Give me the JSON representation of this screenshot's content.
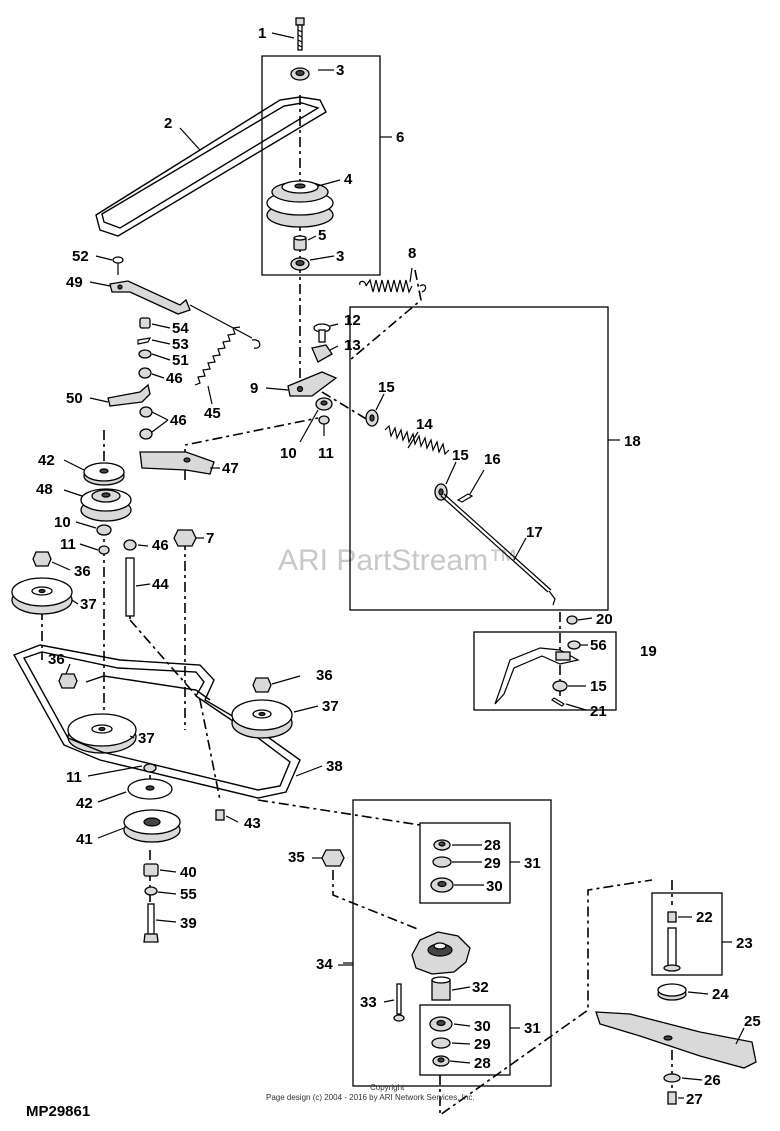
{
  "watermark": "ARI PartStream™",
  "figure_code": "MP29861",
  "footer_line1": "Copyright",
  "footer_line2": "Page design (c) 2004 - 2016 by ARI Network Services, Inc.",
  "callouts": {
    "c1": "1",
    "c2": "2",
    "c3a": "3",
    "c3b": "3",
    "c4": "4",
    "c5": "5",
    "c6": "6",
    "c7": "7",
    "c8": "8",
    "c9": "9",
    "c10a": "10",
    "c10b": "10",
    "c11a": "11",
    "c11b": "11",
    "c11c": "11",
    "c12": "12",
    "c13": "13",
    "c14": "14",
    "c15a": "15",
    "c15b": "15",
    "c15c": "15",
    "c16": "16",
    "c17": "17",
    "c18": "18",
    "c19": "19",
    "c20": "20",
    "c21": "21",
    "c22": "22",
    "c23": "23",
    "c24": "24",
    "c25": "25",
    "c26": "26",
    "c27": "27",
    "c28a": "28",
    "c28b": "28",
    "c29a": "29",
    "c29b": "29",
    "c30a": "30",
    "c30b": "30",
    "c31a": "31",
    "c31b": "31",
    "c32": "32",
    "c33": "33",
    "c34": "34",
    "c35": "35",
    "c36a": "36",
    "c36b": "36",
    "c36c": "36",
    "c37a": "37",
    "c37b": "37",
    "c37c": "37",
    "c38": "38",
    "c39": "39",
    "c40": "40",
    "c41": "41",
    "c42a": "42",
    "c42b": "42",
    "c43": "43",
    "c44": "44",
    "c45": "45",
    "c46a": "46",
    "c46b": "46",
    "c46c": "46",
    "c47": "47",
    "c48": "48",
    "c49": "49",
    "c50": "50",
    "c51": "51",
    "c52": "52",
    "c53": "53",
    "c54": "54",
    "c55": "55",
    "c56": "56"
  }
}
